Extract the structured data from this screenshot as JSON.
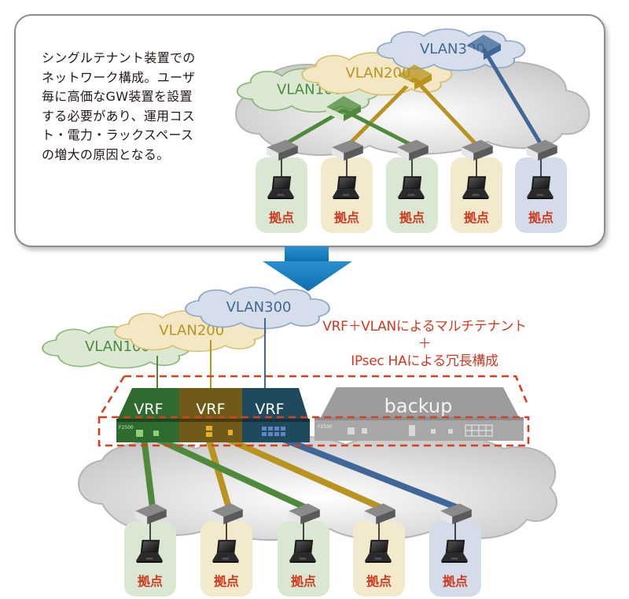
{
  "before": {
    "description_lines": [
      "シングルテナント装置での",
      "ネットワーク構成。ユーザ",
      "毎に高価なGW装置を設置",
      "する必要があり、運用コス",
      "ト・電力・ラックスペース",
      "の増大の原因となる。"
    ],
    "vlans": [
      {
        "label": "VLAN100",
        "color": "#4f8a3c",
        "cloud_fill": "#dbe9d2",
        "cloud_stroke": "#8fb77e"
      },
      {
        "label": "VLAN200",
        "color": "#b8941f",
        "cloud_fill": "#f3e7c4",
        "cloud_stroke": "#d8bf6e"
      },
      {
        "label": "VLAN300",
        "color": "#3f6797",
        "cloud_fill": "#d6deeb",
        "cloud_stroke": "#8ea6c8"
      }
    ],
    "sites": [
      {
        "label": "拠点",
        "vlan": "VLAN100"
      },
      {
        "label": "拠点",
        "vlan": "VLAN200"
      },
      {
        "label": "拠点",
        "vlan": "VLAN100"
      },
      {
        "label": "拠点",
        "vlan": "VLAN200"
      },
      {
        "label": "拠点",
        "vlan": "VLAN300"
      }
    ]
  },
  "transition_arrow": {
    "icon": "arrow-down-icon",
    "color": "#1a7fc1"
  },
  "after": {
    "caption_lines": [
      "VRF＋VLANによるマルチテナント",
      "＋",
      "IPsec HAによる冗長構成"
    ],
    "vlans": [
      {
        "label": "VLAN100",
        "color": "#4f8a3c"
      },
      {
        "label": "VLAN200",
        "color": "#b8941f"
      },
      {
        "label": "VLAN300",
        "color": "#3f6797"
      }
    ],
    "primary_device": {
      "model_label": "F2500",
      "vrf_segments": [
        {
          "label": "VRF",
          "color": "#2f6b2e"
        },
        {
          "label": "VRF",
          "color": "#6f5a17"
        },
        {
          "label": "VRF",
          "color": "#1f4a5e"
        }
      ]
    },
    "backup_device": {
      "label": "backup",
      "model_label": "F2500",
      "color": "#9a9a9a"
    },
    "ha_group_border_color": "#d6401f",
    "sites": [
      {
        "label": "拠点",
        "vlan": "VLAN100"
      },
      {
        "label": "拠点",
        "vlan": "VLAN200"
      },
      {
        "label": "拠点",
        "vlan": "VLAN100"
      },
      {
        "label": "拠点",
        "vlan": "VLAN200"
      },
      {
        "label": "拠点",
        "vlan": "VLAN300"
      }
    ]
  },
  "site_label_color": "#d03a1f",
  "site_bg_colors": {
    "VLAN100": "#dae8d3",
    "VLAN200": "#f3e9cc",
    "VLAN300": "#d5dce9"
  }
}
